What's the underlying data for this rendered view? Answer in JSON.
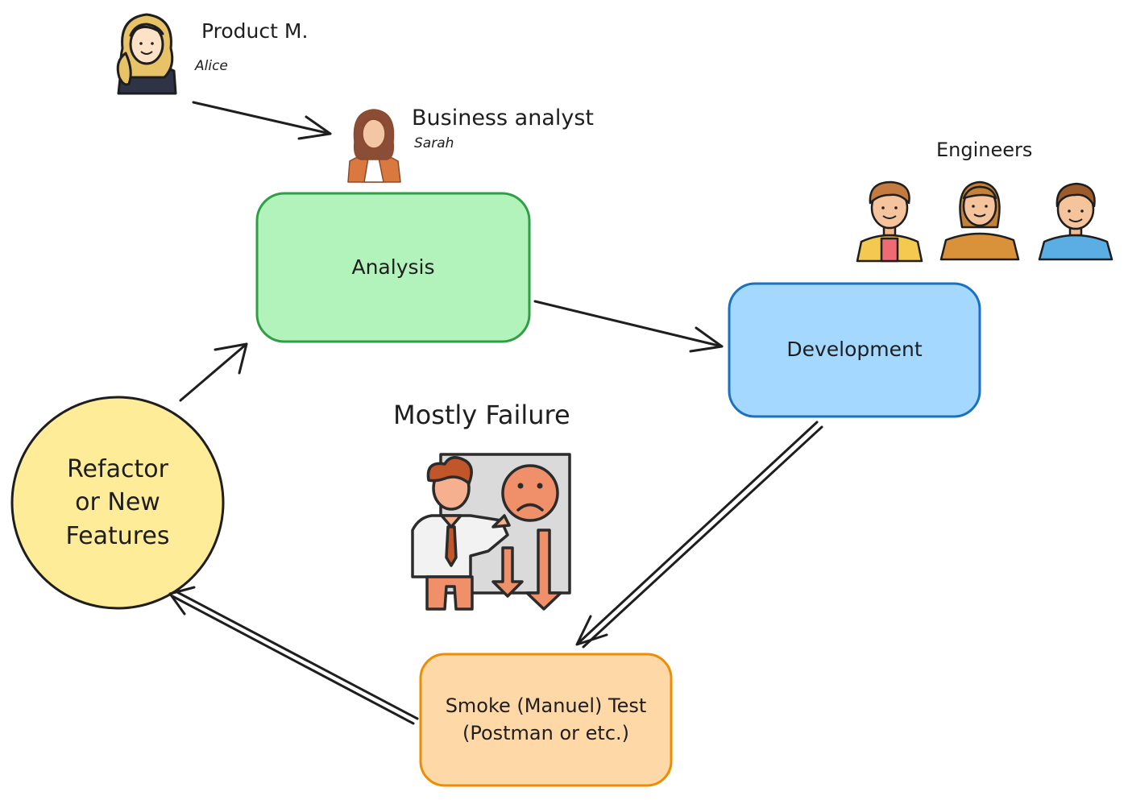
{
  "product_manager": {
    "title": "Product M.",
    "name": "Alice"
  },
  "business_analyst": {
    "title": "Business analyst",
    "name": "Sarah"
  },
  "engineers": {
    "title": "Engineers"
  },
  "nodes": {
    "analysis": "Analysis",
    "development": "Development",
    "smoke_test": "Smoke (Manuel) Test\n(Postman or etc.)",
    "refactor": "Refactor\nor New\nFeatures"
  },
  "failure": {
    "title": "Mostly Failure"
  },
  "colors": {
    "analysis_fill": "#b2f2bb",
    "analysis_stroke": "#2f9e44",
    "development_fill": "#a5d8ff",
    "development_stroke": "#1971c2",
    "test_fill": "#ffd8a8",
    "test_stroke": "#f08c00",
    "refactor_fill": "#ffec99",
    "refactor_stroke": "#1e1e1e",
    "arrow": "#1e1e1e"
  },
  "icons": [
    "woman-blonde-avatar-icon",
    "woman-brunette-avatar-icon",
    "man-yellow-jacket-avatar-icon",
    "woman-orange-top-avatar-icon",
    "man-blue-shirt-avatar-icon",
    "presenter-sad-face-declining-chart-icon"
  ]
}
